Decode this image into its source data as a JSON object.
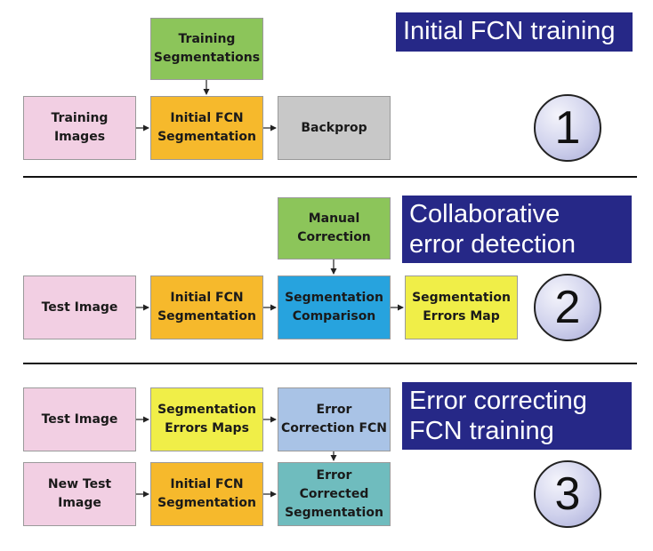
{
  "sections": [
    {
      "title": "Initial FCN training",
      "number": "1",
      "boxes": {
        "training_segmentations": "Training\nSegmentations",
        "training_images": "Training\nImages",
        "initial_fcn_segmentation": "Initial FCN\nSegmentation",
        "backprop": "Backprop"
      }
    },
    {
      "title": "Collaborative\nerror detection",
      "number": "2",
      "boxes": {
        "manual_correction": "Manual\nCorrection",
        "test_image": "Test Image",
        "initial_fcn_segmentation": "Initial FCN\nSegmentation",
        "segmentation_comparison": "Segmentation\nComparison",
        "segmentation_errors_map": "Segmentation\nErrors Map"
      }
    },
    {
      "title": "Error correcting\nFCN training",
      "number": "3",
      "boxes": {
        "test_image": "Test Image",
        "segmentation_errors_maps": "Segmentation\nErrors Maps",
        "error_correction_fcn": "Error\nCorrection FCN",
        "new_test_image": "New Test\nImage",
        "initial_fcn_segmentation": "Initial FCN\nSegmentation",
        "error_corrected_segmentation": "Error\nCorrected\nSegmentation"
      }
    }
  ],
  "colors": {
    "title_background": "#262887",
    "pink": "#f2cfe3",
    "green": "#8cc55a",
    "orange": "#f6b92c",
    "gray": "#c8c8c8",
    "blue": "#27a3de",
    "yellow": "#f0ee48",
    "light_blue": "#a9c3e6",
    "teal": "#6fbcbe"
  }
}
